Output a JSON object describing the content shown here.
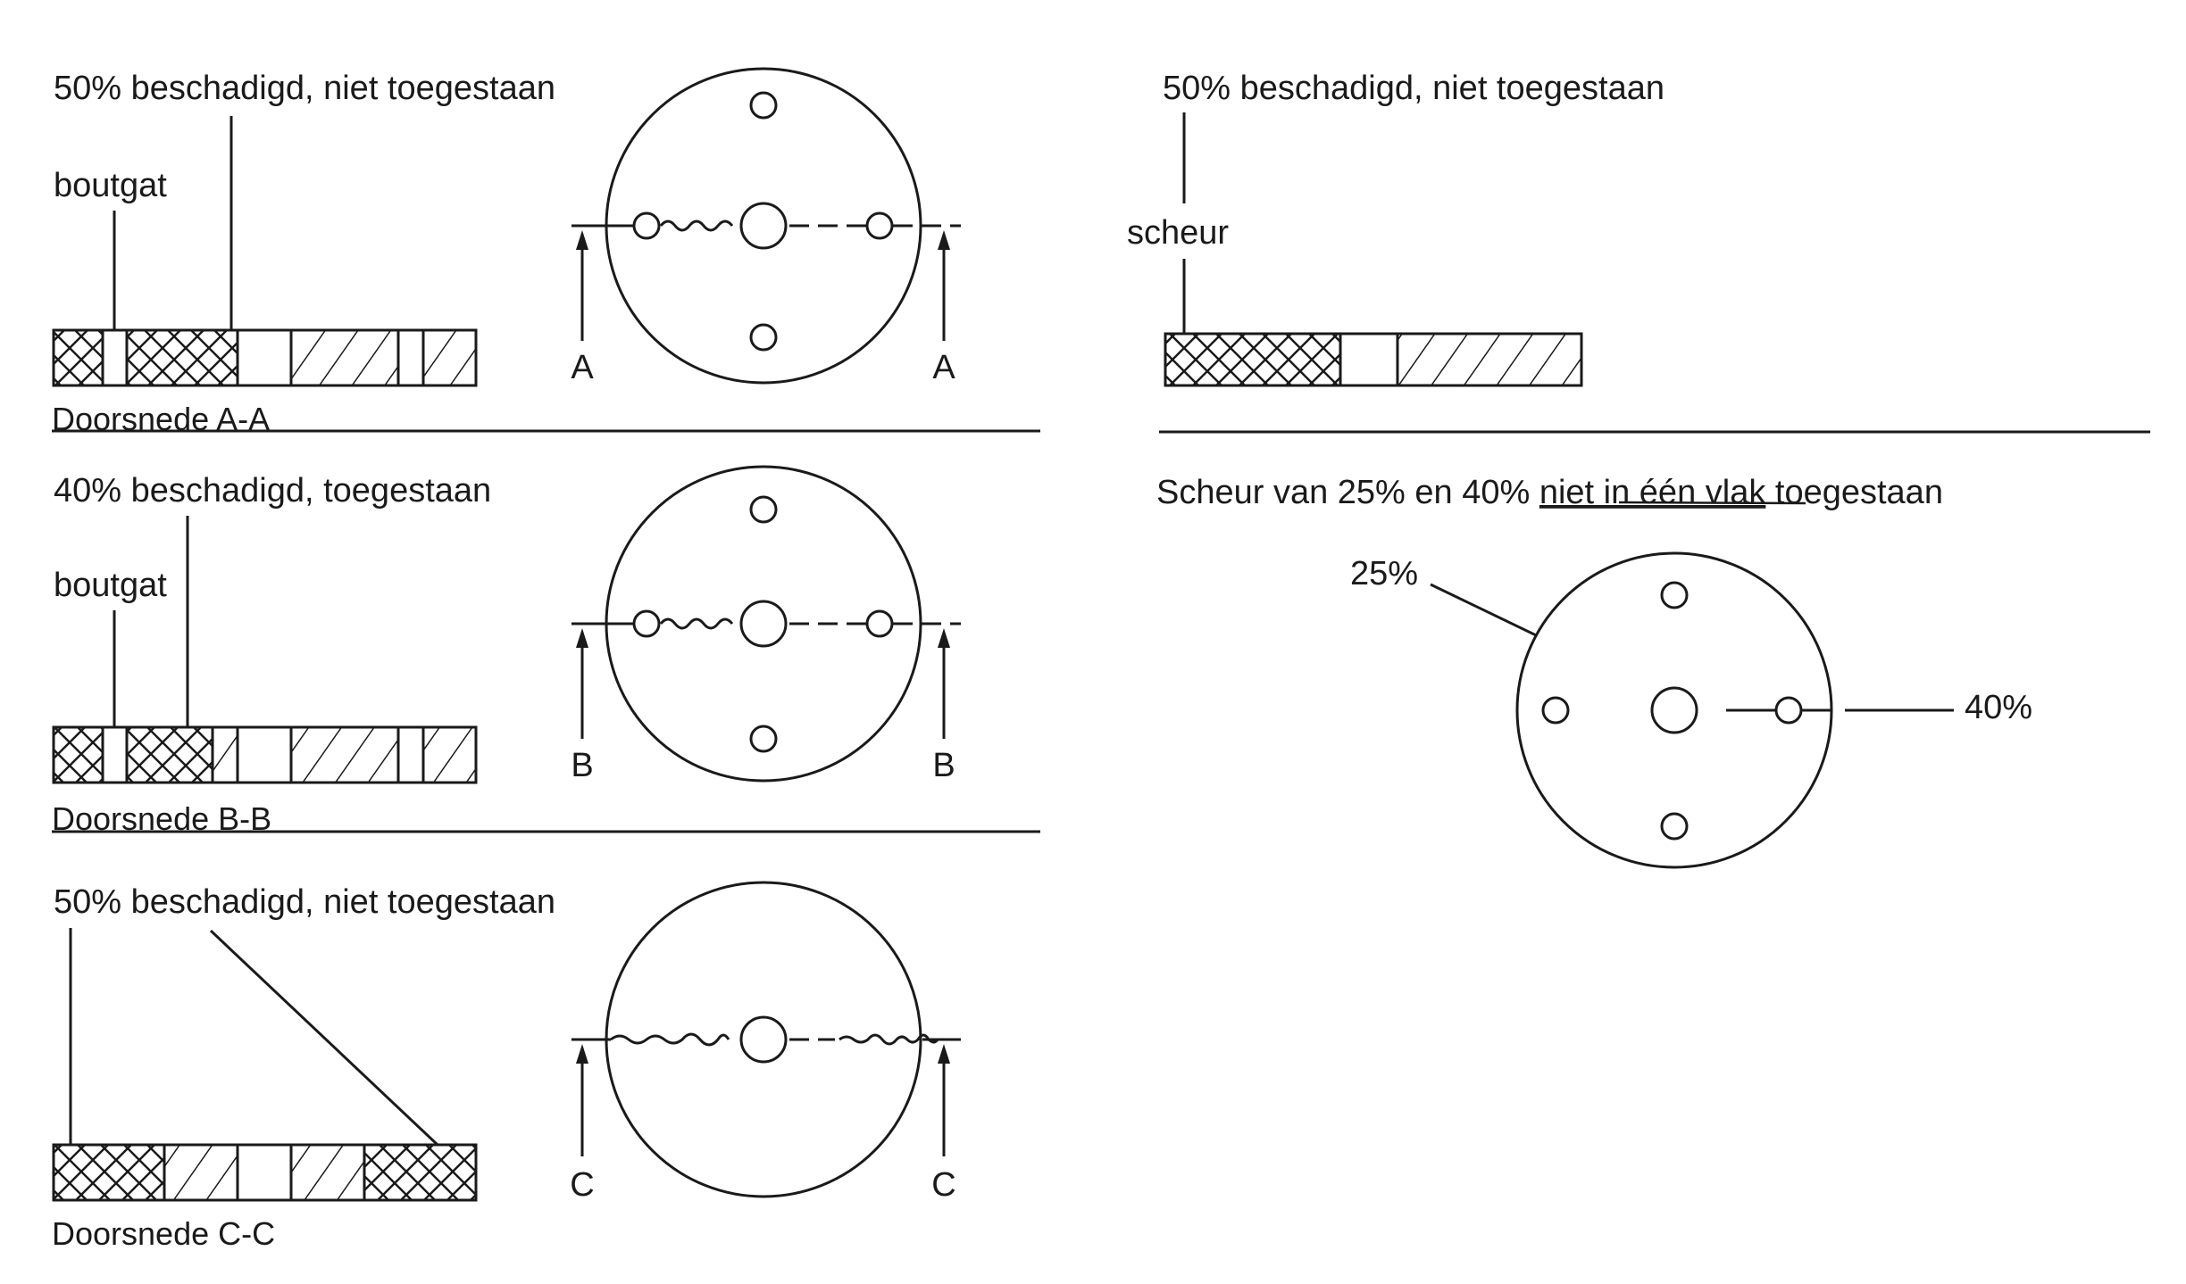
{
  "panel_a": {
    "caption": "50% beschadigd, niet toegestaan",
    "bolt_label": "boutgat",
    "section_title": "Doorsnede A-A",
    "marker_left": "A",
    "marker_right": "A"
  },
  "panel_b": {
    "caption": "40% beschadigd, toegestaan",
    "bolt_label": "boutgat",
    "section_title": "Doorsnede B-B",
    "marker_left": "B",
    "marker_right": "B"
  },
  "panel_c": {
    "caption": "50% beschadigd, niet toegestaan",
    "section_title": "Doorsnede C-C",
    "marker_left": "C",
    "marker_right": "C"
  },
  "panel_d": {
    "caption": "50% beschadigd, niet toegestaan",
    "crack_label": "scheur"
  },
  "panel_e": {
    "caption_prefix": "Scheur van 25% en 40% ",
    "caption_underlined": "niet in één vlak",
    "caption_suffix": " toegestaan",
    "label_25": "25%",
    "label_40": "40%"
  }
}
